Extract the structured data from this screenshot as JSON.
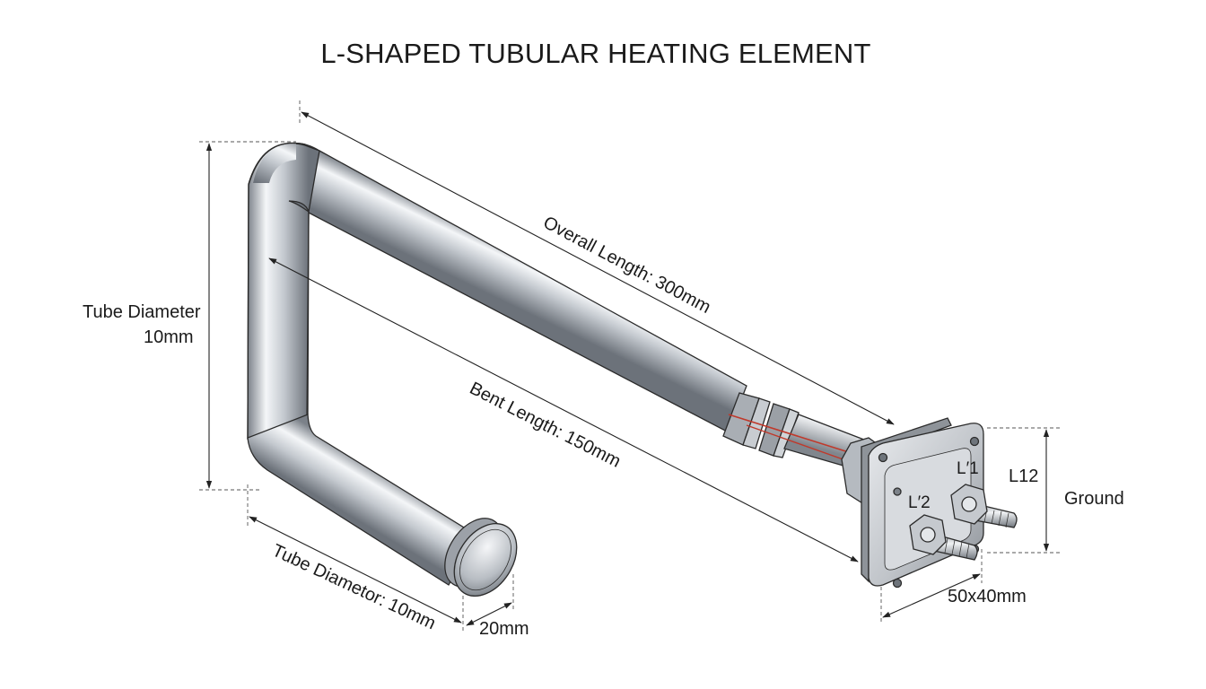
{
  "title": "L-SHAPED TUBULAR HEATING ELEMENT",
  "labels": {
    "overall_length": "Overall Length: 300mm",
    "bent_length": "Bent Length: 150mm",
    "tube_diameter_left_line1": "Tube Diameter",
    "tube_diameter_left_line2": "10mm",
    "tube_diameter_bottom": "Tube Diametor: 10mm",
    "end_width": "20mm",
    "flange_size": "50x40mm",
    "flange_height": "L12",
    "ground": "Ground",
    "terminal_1": "L′1",
    "terminal_2": "L′2"
  },
  "colors": {
    "tube_light": "#f2f4f6",
    "tube_mid": "#b9bec4",
    "tube_dark": "#6f757c",
    "outline": "#2b2b2b",
    "red_wire": "#c0392b"
  }
}
